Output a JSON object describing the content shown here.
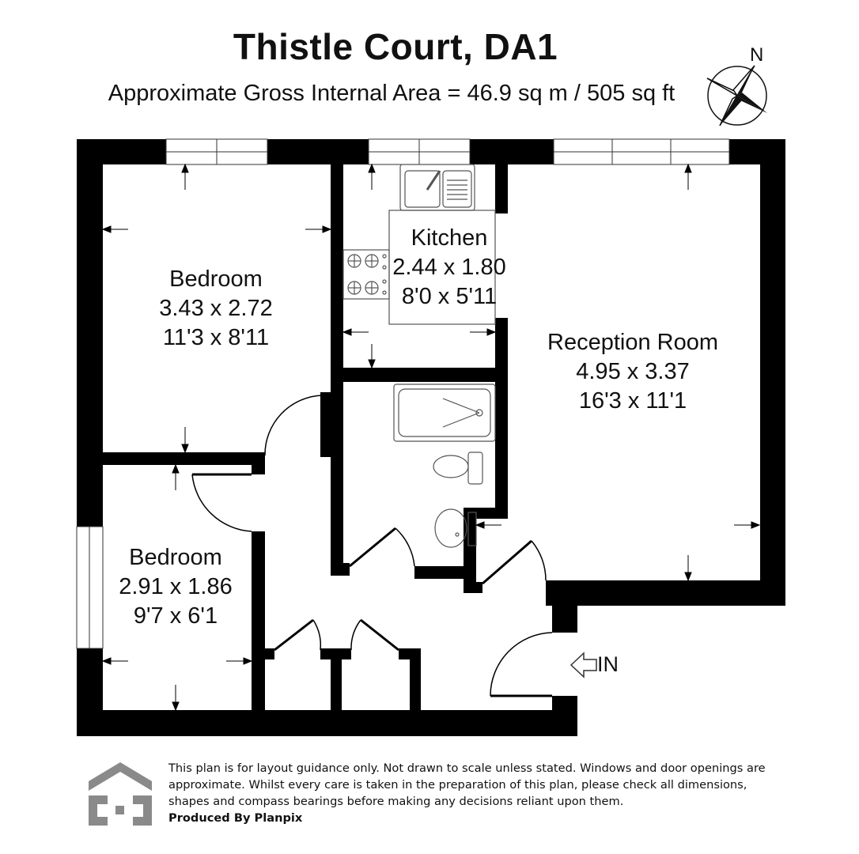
{
  "header": {
    "title": "Thistle Court, DA1",
    "subtitle": "Approximate Gross Internal Area = 46.9 sq m / 505 sq ft"
  },
  "compass": {
    "label": "N"
  },
  "rooms": {
    "bedroom1": {
      "name": "Bedroom",
      "metric": "3.43 x 2.72",
      "imperial": "11'3 x 8'11"
    },
    "kitchen": {
      "name": "Kitchen",
      "metric": "2.44 x 1.80",
      "imperial": "8'0 x 5'11"
    },
    "reception": {
      "name": "Reception Room",
      "metric": "4.95 x 3.37",
      "imperial": "16'3 x 11'1"
    },
    "bedroom2": {
      "name": "Bedroom",
      "metric": "2.91 x 1.86",
      "imperial": "9'7 x 6'1"
    }
  },
  "entrance": {
    "label": "IN"
  },
  "footer": {
    "disclaimer": "This plan is for layout guidance only. Not drawn to scale unless stated. Windows and door openings are approximate. Whilst every care is taken in the preparation of this plan, please check all dimensions, shapes and compass bearings before making any decisions reliant upon them.",
    "produced_by": "Produced By Planpix"
  },
  "colors": {
    "wall": "#000000",
    "logo": "#8a8a8a",
    "fixture": "#555555"
  }
}
